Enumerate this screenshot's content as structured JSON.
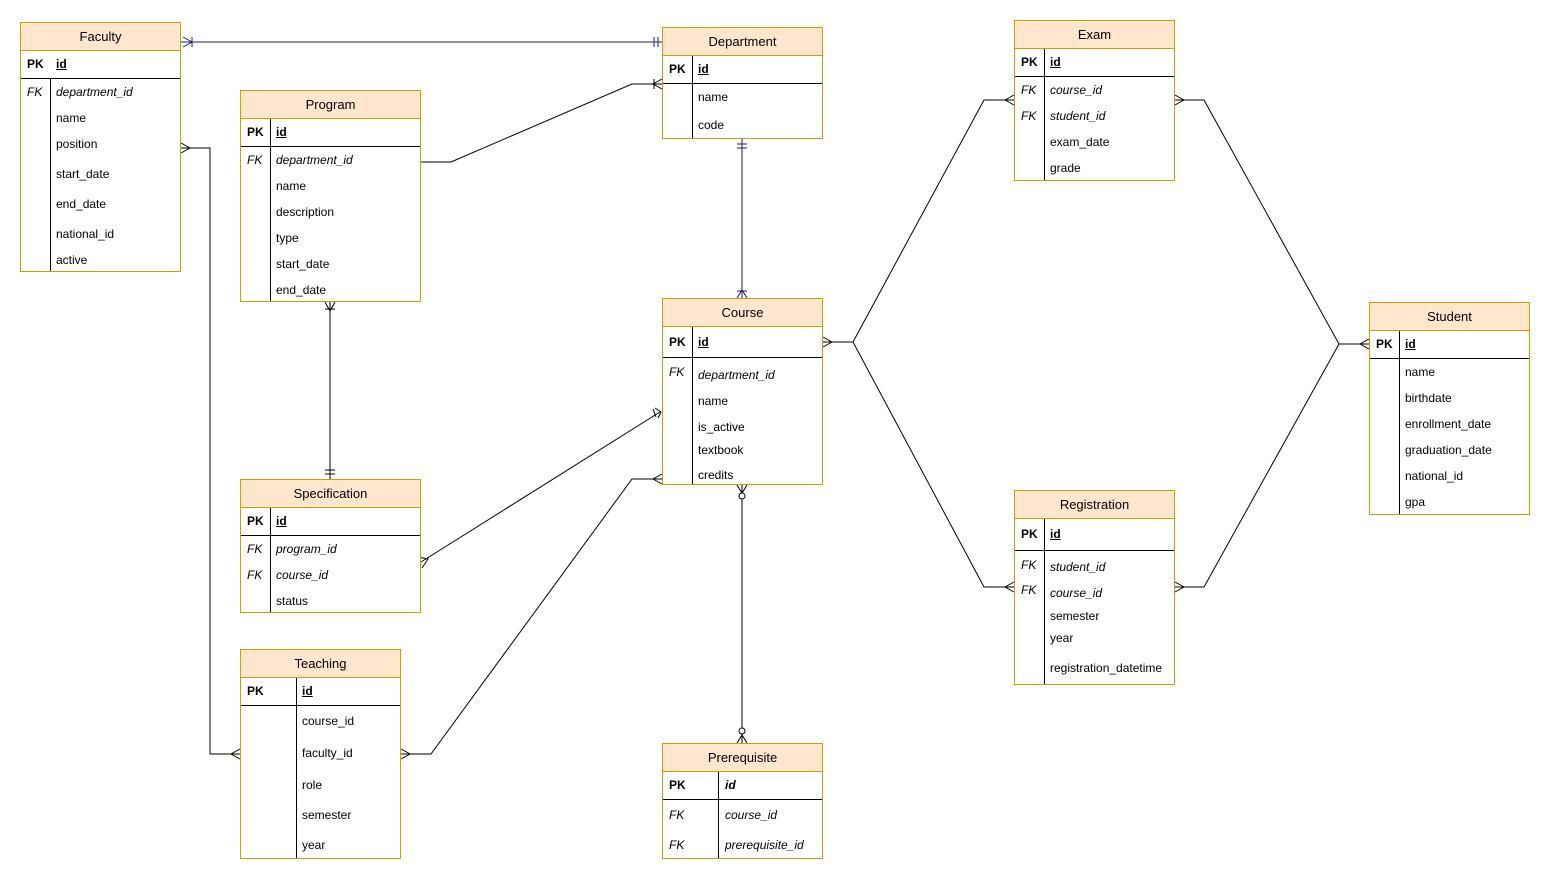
{
  "colors": {
    "entity_border": "#d79b00",
    "entity_header_fill": "#ffe6cc",
    "line_black": "#000000",
    "line_navy": "#1a1a80"
  },
  "entities": {
    "faculty": {
      "title": "Faculty",
      "fields": [
        {
          "key": "PK",
          "name": "id"
        },
        {
          "key": "FK",
          "name": "department_id"
        },
        {
          "key": "",
          "name": "name"
        },
        {
          "key": "",
          "name": "position"
        },
        {
          "key": "",
          "name": "start_date"
        },
        {
          "key": "",
          "name": "end_date"
        },
        {
          "key": "",
          "name": "national_id"
        },
        {
          "key": "",
          "name": "active"
        }
      ]
    },
    "program": {
      "title": "Program",
      "fields": [
        {
          "key": "PK",
          "name": "id"
        },
        {
          "key": "FK",
          "name": "department_id"
        },
        {
          "key": "",
          "name": "name"
        },
        {
          "key": "",
          "name": "description"
        },
        {
          "key": "",
          "name": "type"
        },
        {
          "key": "",
          "name": "start_date"
        },
        {
          "key": "",
          "name": "end_date"
        }
      ]
    },
    "department": {
      "title": "Department",
      "fields": [
        {
          "key": "PK",
          "name": "id"
        },
        {
          "key": "",
          "name": "name"
        },
        {
          "key": "",
          "name": "code"
        }
      ]
    },
    "specification": {
      "title": "Specification",
      "fields": [
        {
          "key": "PK",
          "name": "id"
        },
        {
          "key": "FK",
          "name": "program_id"
        },
        {
          "key": "FK",
          "name": "course_id"
        },
        {
          "key": "",
          "name": "status"
        }
      ]
    },
    "teaching": {
      "title": "Teaching",
      "fields": [
        {
          "key": "PK",
          "name": "id"
        },
        {
          "key": "",
          "name": "course_id"
        },
        {
          "key": "",
          "name": "faculty_id"
        },
        {
          "key": "",
          "name": "role"
        },
        {
          "key": "",
          "name": "semester"
        },
        {
          "key": "",
          "name": "year"
        }
      ]
    },
    "course": {
      "title": "Course",
      "fields": [
        {
          "key": "PK",
          "name": "id"
        },
        {
          "key": "FK",
          "name": "department_id"
        },
        {
          "key": "",
          "name": "name"
        },
        {
          "key": "",
          "name": "is_active"
        },
        {
          "key": "",
          "name": "textbook"
        },
        {
          "key": "",
          "name": "credits"
        }
      ]
    },
    "prerequisite": {
      "title": "Prerequisite",
      "fields": [
        {
          "key": "PK",
          "name": "id"
        },
        {
          "key": "FK",
          "name": "course_id"
        },
        {
          "key": "FK",
          "name": "prerequisite_id"
        }
      ]
    },
    "exam": {
      "title": "Exam",
      "fields": [
        {
          "key": "PK",
          "name": "id"
        },
        {
          "key": "FK",
          "name": "course_id"
        },
        {
          "key": "FK",
          "name": "student_id"
        },
        {
          "key": "",
          "name": "exam_date"
        },
        {
          "key": "",
          "name": "grade"
        }
      ]
    },
    "registration": {
      "title": "Registration",
      "fields": [
        {
          "key": "PK",
          "name": "id"
        },
        {
          "key": "FK",
          "name": "student_id"
        },
        {
          "key": "FK",
          "name": "course_id"
        },
        {
          "key": "",
          "name": "semester"
        },
        {
          "key": "",
          "name": "year"
        },
        {
          "key": "",
          "name": "registration_datetime"
        }
      ]
    },
    "student": {
      "title": "Student",
      "fields": [
        {
          "key": "PK",
          "name": "id"
        },
        {
          "key": "",
          "name": "name"
        },
        {
          "key": "",
          "name": "birthdate"
        },
        {
          "key": "",
          "name": "enrollment_date"
        },
        {
          "key": "",
          "name": "graduation_date"
        },
        {
          "key": "",
          "name": "national_id"
        },
        {
          "key": "",
          "name": "gpa"
        }
      ]
    }
  },
  "relationships": [
    {
      "from": "Faculty",
      "to": "Department",
      "from_end": "one-or-many",
      "to_end": "one-and-only-one"
    },
    {
      "from": "Program",
      "to": "Department",
      "from_end": "one",
      "to_end": "one-or-many"
    },
    {
      "from": "Department",
      "to": "Course",
      "from_end": "one-and-only-one",
      "to_end": "one-or-many"
    },
    {
      "from": "Program",
      "to": "Specification",
      "from_end": "one-or-many",
      "to_end": "one-and-only-one"
    },
    {
      "from": "Specification",
      "to": "Course",
      "from_end": "one-or-many",
      "to_end": "one-or-many"
    },
    {
      "from": "Faculty",
      "to": "Teaching",
      "from_end": "many",
      "to_end": "many"
    },
    {
      "from": "Teaching",
      "to": "Course",
      "from_end": "many",
      "to_end": "many"
    },
    {
      "from": "Course",
      "to": "Prerequisite",
      "from_end": "zero-or-many",
      "to_end": "zero-or-many"
    },
    {
      "from": "Course",
      "to": "Exam",
      "from_end": "many",
      "to_end": "many"
    },
    {
      "from": "Course",
      "to": "Registration",
      "from_end": "many",
      "to_end": "many"
    },
    {
      "from": "Exam",
      "to": "Student",
      "from_end": "many",
      "to_end": "many"
    },
    {
      "from": "Registration",
      "to": "Student",
      "from_end": "many",
      "to_end": "many"
    }
  ]
}
